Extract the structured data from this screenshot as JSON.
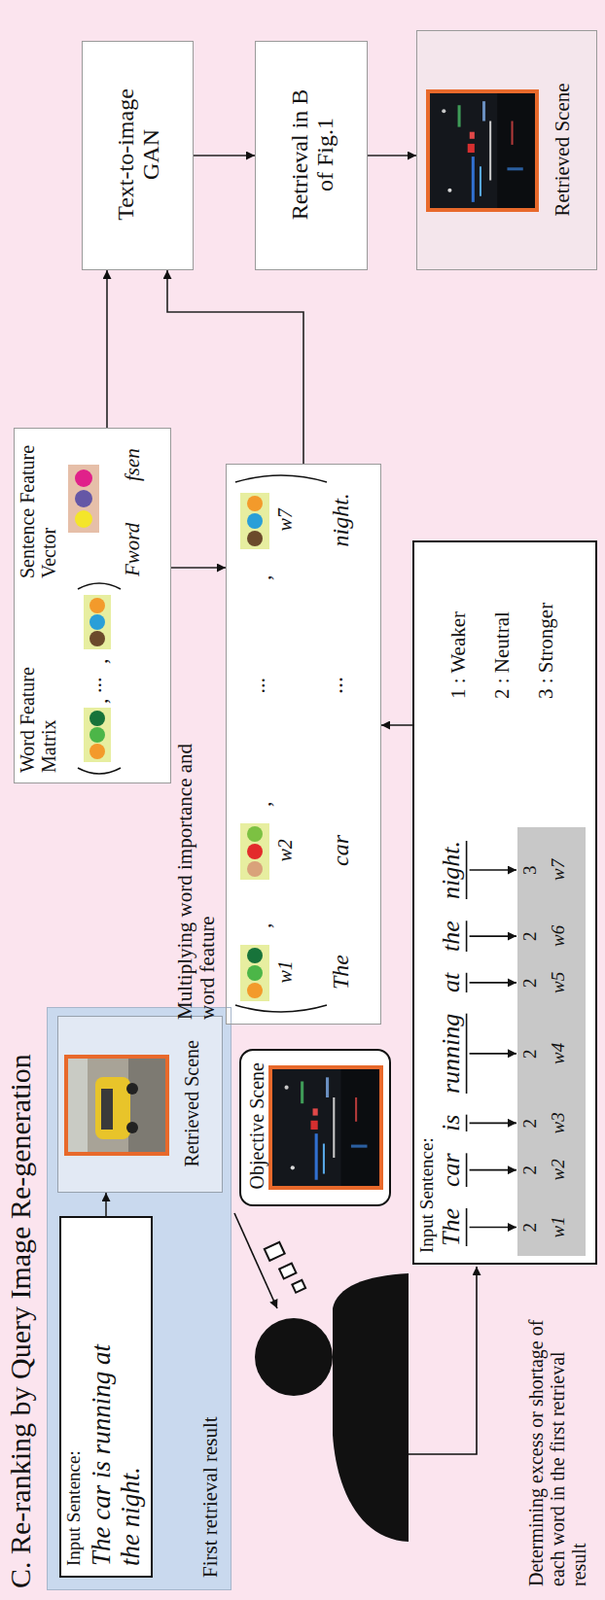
{
  "diagram": {
    "title": "C. Re-ranking by Query Image Re-generation",
    "nodes": [
      {
        "text": [
          "First retrieval result"
        ]
      },
      {
        "text": [
          "Input Sentence:",
          "The car is running at the night."
        ],
        "in": 0
      },
      {
        "text": [
          "Retrieved Scene"
        ],
        "in": 0
      },
      {
        "text": [
          "Objective Scene"
        ]
      },
      {
        "text": [
          "Input Sentence:",
          "The",
          "car",
          "is",
          "running",
          "at",
          "the",
          "night.",
          "1 : Weaker",
          "2 : Neutral",
          "3 : Stronger"
        ]
      },
      {
        "text": [
          "2",
          "2",
          "2",
          "2",
          "2",
          "2",
          "3",
          "w1",
          "w2",
          "w3",
          "w4",
          "w5",
          "w6",
          "w7"
        ],
        "in": 4
      },
      {
        "text": [
          "Word Feature Matrix",
          ",",
          "...",
          ",",
          "Fword",
          "Sentence Feature Vector",
          "fsen"
        ]
      },
      {
        "text": [
          "Multiplying word importance and word feature",
          "w1",
          ",",
          "w2",
          ",",
          "...",
          ",",
          "w7",
          "The",
          "car",
          "...",
          "night."
        ]
      },
      {
        "text": [
          "Text-to-image GAN"
        ]
      },
      {
        "text": [
          "Retrieval in B of Fig.1"
        ]
      },
      {
        "text": [
          "Retrieved Scene"
        ]
      }
    ],
    "edges": [
      {
        "from": 1,
        "to": 2,
        "arrow": "to"
      },
      {
        "from": 6,
        "to": 8,
        "arrow": "to"
      },
      {
        "from": 6,
        "to": 7,
        "arrow": "to"
      },
      {
        "from": 7,
        "to": 8,
        "arrow": "to"
      },
      {
        "from": 4,
        "to": 7,
        "arrow": "to"
      },
      {
        "from": 8,
        "to": 9,
        "arrow": "to"
      },
      {
        "from": 9,
        "to": 10,
        "arrow": "to"
      }
    ],
    "labels": [
      "Determining excess or shortage of each word in the first retrieval result"
    ]
  }
}
